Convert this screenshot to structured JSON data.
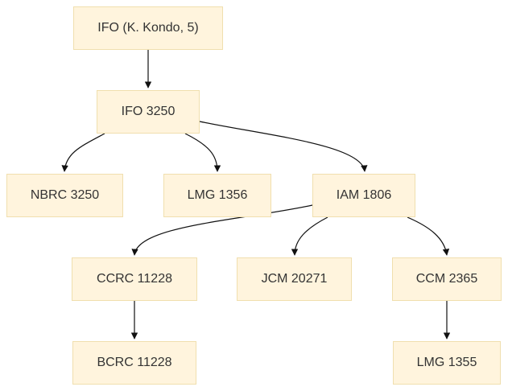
{
  "diagram": {
    "nodes": {
      "ifo_kondo": "IFO (K. Kondo, 5)",
      "ifo_3250": "IFO 3250",
      "nbrc_3250": "NBRC 3250",
      "lmg_1356": "LMG 1356",
      "iam_1806": "IAM 1806",
      "ccrc_11228": "CCRC 11228",
      "jcm_20271": "JCM 20271",
      "ccm_2365": "CCM 2365",
      "bcrc_11228": "BCRC 11228",
      "lmg_1355": "LMG 1355"
    },
    "edges": [
      {
        "from": "ifo_kondo",
        "to": "ifo_3250"
      },
      {
        "from": "ifo_3250",
        "to": "nbrc_3250"
      },
      {
        "from": "ifo_3250",
        "to": "lmg_1356"
      },
      {
        "from": "ifo_3250",
        "to": "iam_1806"
      },
      {
        "from": "iam_1806",
        "to": "ccrc_11228"
      },
      {
        "from": "iam_1806",
        "to": "jcm_20271"
      },
      {
        "from": "iam_1806",
        "to": "ccm_2365"
      },
      {
        "from": "ccrc_11228",
        "to": "bcrc_11228"
      },
      {
        "from": "ccm_2365",
        "to": "lmg_1355"
      }
    ],
    "colors": {
      "node_fill": "#fff4dd",
      "node_border": "#f0dfae",
      "text": "#333333",
      "edge": "#111111"
    }
  }
}
